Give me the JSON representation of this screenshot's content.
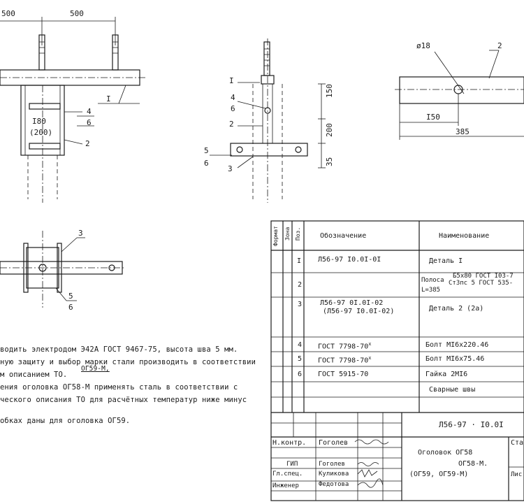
{
  "drawing": {
    "view_top_left": {
      "dims": [
        "500",
        "500"
      ],
      "labels": {
        "detail": "I",
        "size_main": "I80",
        "size_alt": "(200)",
        "p4": "4",
        "p6": "6",
        "p2": "2"
      }
    },
    "view_top_mid": {
      "labels": {
        "detail": "I",
        "p4": "4",
        "p6a": "6",
        "p2": "2",
        "p5": "5",
        "p6b": "6",
        "p3": "3"
      },
      "dims": [
        "150",
        "200",
        "35"
      ]
    },
    "view_top_right": {
      "labels": {
        "hole": "ø18",
        "part": "2"
      },
      "dims": [
        "I50",
        "385"
      ]
    },
    "view_bottom_left": {
      "labels": {
        "p3": "3",
        "p5": "5",
        "p6": "6"
      }
    }
  },
  "notes": [
    "водить электродом Э42А ГОСТ 9467-75, высота шва 5 мм.",
    "ную защиту и выбор марки стали производить в соответствии",
    "м описанием ТО.",
    "ения оголовка ОГ58-М применять сталь в соответствии с",
    "ческого описания ТО для расчётных температур ниже минус",
    "обках даны для оголовка ОГ59."
  ],
  "note_insert": "ОГ59-М,",
  "spec": {
    "side_headers": [
      "Формат",
      "Зона",
      "Поз."
    ],
    "col_designation": "Обозначение",
    "col_name": "Наименование",
    "rows": [
      {
        "pos": "I",
        "designation": "Л56-97 I0.0I-0I",
        "name": "Деталь I"
      },
      {
        "pos": "2",
        "designation": "",
        "name": "Полоса",
        "name_top": "Б5х80 ГОСТ I03-7",
        "name_mid": "Ст3пс 5 ГОСТ 535-",
        "name_bottom": "L=385"
      },
      {
        "pos": "3",
        "designation": "Л56-97 0I.0I-02",
        "designation2": "(Л56-97 I0.0I-02)",
        "name": "Деталь 2 (2а)"
      },
      {
        "pos": "4",
        "designation": "ГОСТ 7798-70",
        "sup": "х",
        "name": "Болт МI6х220.46"
      },
      {
        "pos": "5",
        "designation": "ГОСТ 7798-70",
        "sup": "х",
        "name": "Болт МI6х75.46"
      },
      {
        "pos": "6",
        "designation": "ГОСТ 5915-70",
        "name": "Гайка 2МI6"
      },
      {
        "pos": "",
        "designation": "",
        "name": "Сварные швы"
      }
    ]
  },
  "title_block": {
    "doc_number": "Л56-97 · I0.0I",
    "title_line1": "Оголовок ОГ58",
    "title_line2": "ОГ58-М.",
    "title_line3": "(ОГ59, ОГ59-М)",
    "stage_label": "Ста",
    "roles": [
      "Н.контр.",
      "ГИП",
      "Гл.спец.",
      "Инженер"
    ],
    "names": [
      "Гоголев",
      "Гоголев",
      "Куликова",
      "Федотова"
    ],
    "sheet_fragment": "Лис"
  }
}
